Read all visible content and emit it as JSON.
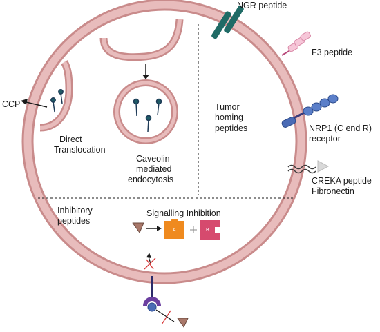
{
  "labels": {
    "ngr": "NGR peptide",
    "f3": "F3 peptide",
    "ccp": "CCP",
    "direct": [
      "Direct",
      "Translocation"
    ],
    "caveolin": [
      "Caveolin",
      "mediated",
      "endocytosis"
    ],
    "tumor": [
      "Tumor",
      "homing",
      "peptides"
    ],
    "nrp1": [
      "NRP1 (C end R)",
      "receptor"
    ],
    "creka": [
      "CREKA peptide",
      "Fibronectin"
    ],
    "inhibitory": [
      "Inhibitory",
      "peptides"
    ],
    "signalling": "Signalling Inhibition",
    "block_a": "A",
    "block_b": "B"
  },
  "colors": {
    "membrane": "#d9a3a3",
    "membrane_edge": "#c98b8b",
    "cytoplasm": "#ffffff",
    "ngr": "#1f6b66",
    "f3": "#f6c6d8",
    "nrp1": "#4a6bb5",
    "kinase_a": "#ef8a1f",
    "kinase_b": "#d64a6e",
    "peptide_brown": "#a9786a",
    "receptor_purple": "#6b3fa0"
  }
}
